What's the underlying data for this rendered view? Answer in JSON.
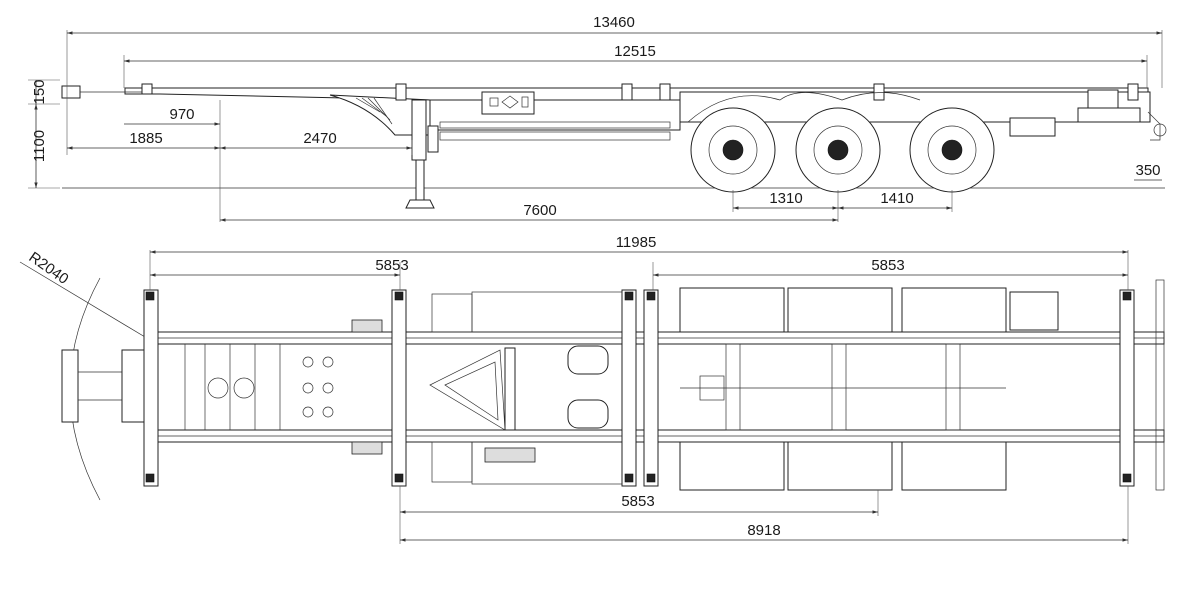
{
  "colors": {
    "line": "#222222",
    "background": "#ffffff",
    "shade": "#dddddd"
  },
  "side_view": {
    "overall_length": "13460",
    "frame_length": "12515",
    "coupler_height": "150",
    "fifth_wheel_height": "1100",
    "kingpin_to_leg": "970",
    "front_to_kingpin": "1885",
    "kingpin_to_landing_leg": "2470",
    "kingpin_to_axle": "7600",
    "axle_spacing_1": "1310",
    "axle_spacing_2": "1410",
    "rear_overhang": "350"
  },
  "top_view": {
    "swing_radius": "R2040",
    "twistlock_span": "11985",
    "front_twistlock_spacing": "5853",
    "rear_twistlock_spacing": "5853",
    "middle_twistlock_spacing": "5853",
    "lower_span": "8918"
  }
}
